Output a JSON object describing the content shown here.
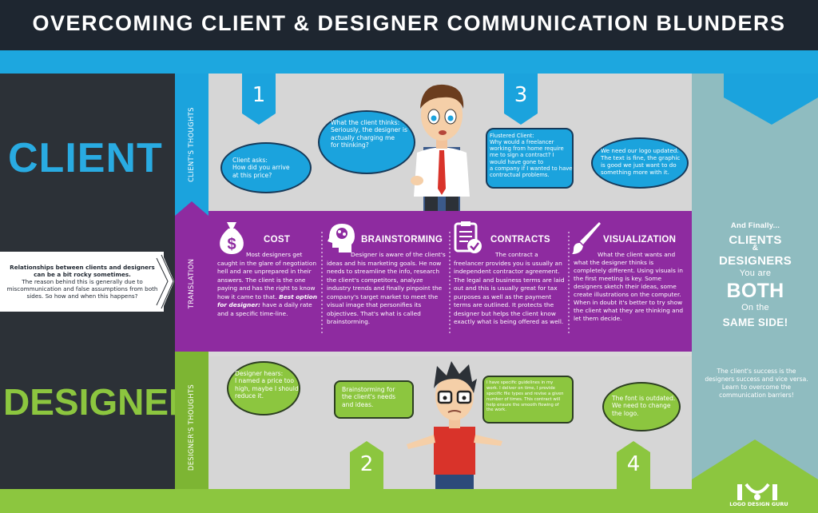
{
  "title": "OVERCOMING CLIENT & DESIGNER COMMUNICATION BLUNDERS",
  "left": {
    "client_label": "CLIENT",
    "designer_label": "DESIGNER",
    "intro_line1": "Relationships between clients and designers",
    "intro_line2": "can be a bit rocky sometimes.",
    "intro_rest": "The reason behind this is generally due to miscommunication and false assumptions from both sides. So how and when this happens?"
  },
  "bands": {
    "client_thoughts": "CLIENT'S THOUGHTS",
    "translation": "TRANSLATION",
    "designer_thoughts": "DESIGNER'S THOUGHTS"
  },
  "numbers": {
    "n1": "1",
    "n2": "2",
    "n3": "3",
    "n4": "4"
  },
  "client_bubbles": {
    "asks": "Client asks:\nHow did you arrive\nat this price?",
    "thinks": "What the client thinks:\nSeriously, the designer is\nactually charging me\nfor thinking?",
    "flustered": "Flustered Client:\nWhy would a freelancer\nworking from home require\nme to sign a contract? I\nwould have gone to\na company if I wanted to have\ncontractual problems.",
    "logo": "We need our logo updated.\nThe text is fine, the graphic\nis good we just want to do\nsomething more with it."
  },
  "designer_bubbles": {
    "hears": "Designer hears:\nI named a price too\nhigh, maybe I should\nreduce it.",
    "brainstorm": "Brainstorming for\nthe client's needs\nand ideas.",
    "guidelines": "I have specific guidelines in my\nwork. I deliver on time, I provide\nspecific file types and revise a given\nnumber of times. This contract will\nhelp ensure the smooth flowing of\nthe work.",
    "font": "The font is outdated.\nWe need to change\nthe logo."
  },
  "cards": [
    {
      "title": "COST",
      "body_pre": "Most designers get caught in the glare of negotiation hell and are unprepared in their answers. The client is the one paying and has the right to know how it came to that. ",
      "body_em": "Best option for designer:",
      "body_post": " have a daily rate and a specific time-line."
    },
    {
      "title": "BRAINSTORMING",
      "body": "Designer is aware of the client's ideas and his marketing goals. He now needs to streamline the info, research the client's competitors, analyze industry trends and finally pinpoint the company's target market to meet the visual image that personifies its objectives. That's what is called brainstorming."
    },
    {
      "title": "CONTRACTS",
      "body": "The contract a freelancer provides you is usually an independent contractor agreement. The legal and business terms are laid out and this is usually great for tax purposes as well as the payment terms are outlined. It protects the designer but helps the client know exactly what is being offered as well."
    },
    {
      "title": "VISUALIZATION",
      "body": "What the client wants and what the designer thinks is completely different. Using visuals in the first meeting is key. Some designers sketch their ideas, some create illustrations on the computer. When in doubt it's better to try show the client what they are thinking and let them decide."
    }
  ],
  "right": {
    "and_finally": "And Finally...",
    "clients": "CLIENTS",
    "amp": "&",
    "designers": "DESIGNERS",
    "you_are": "You are",
    "both": "BOTH",
    "on_the": "On the",
    "same_side": "SAME SIDE!",
    "footer": "The client's success is the designers success and vice versa. Learn to overcome the communication barriers!",
    "logo_text": "LOGO DESIGN GURU"
  },
  "colors": {
    "blue": "#1ba3dd",
    "purple": "#8e2ba0",
    "green": "#8cc63f",
    "dark": "#2c3137",
    "header": "#1e2630"
  }
}
